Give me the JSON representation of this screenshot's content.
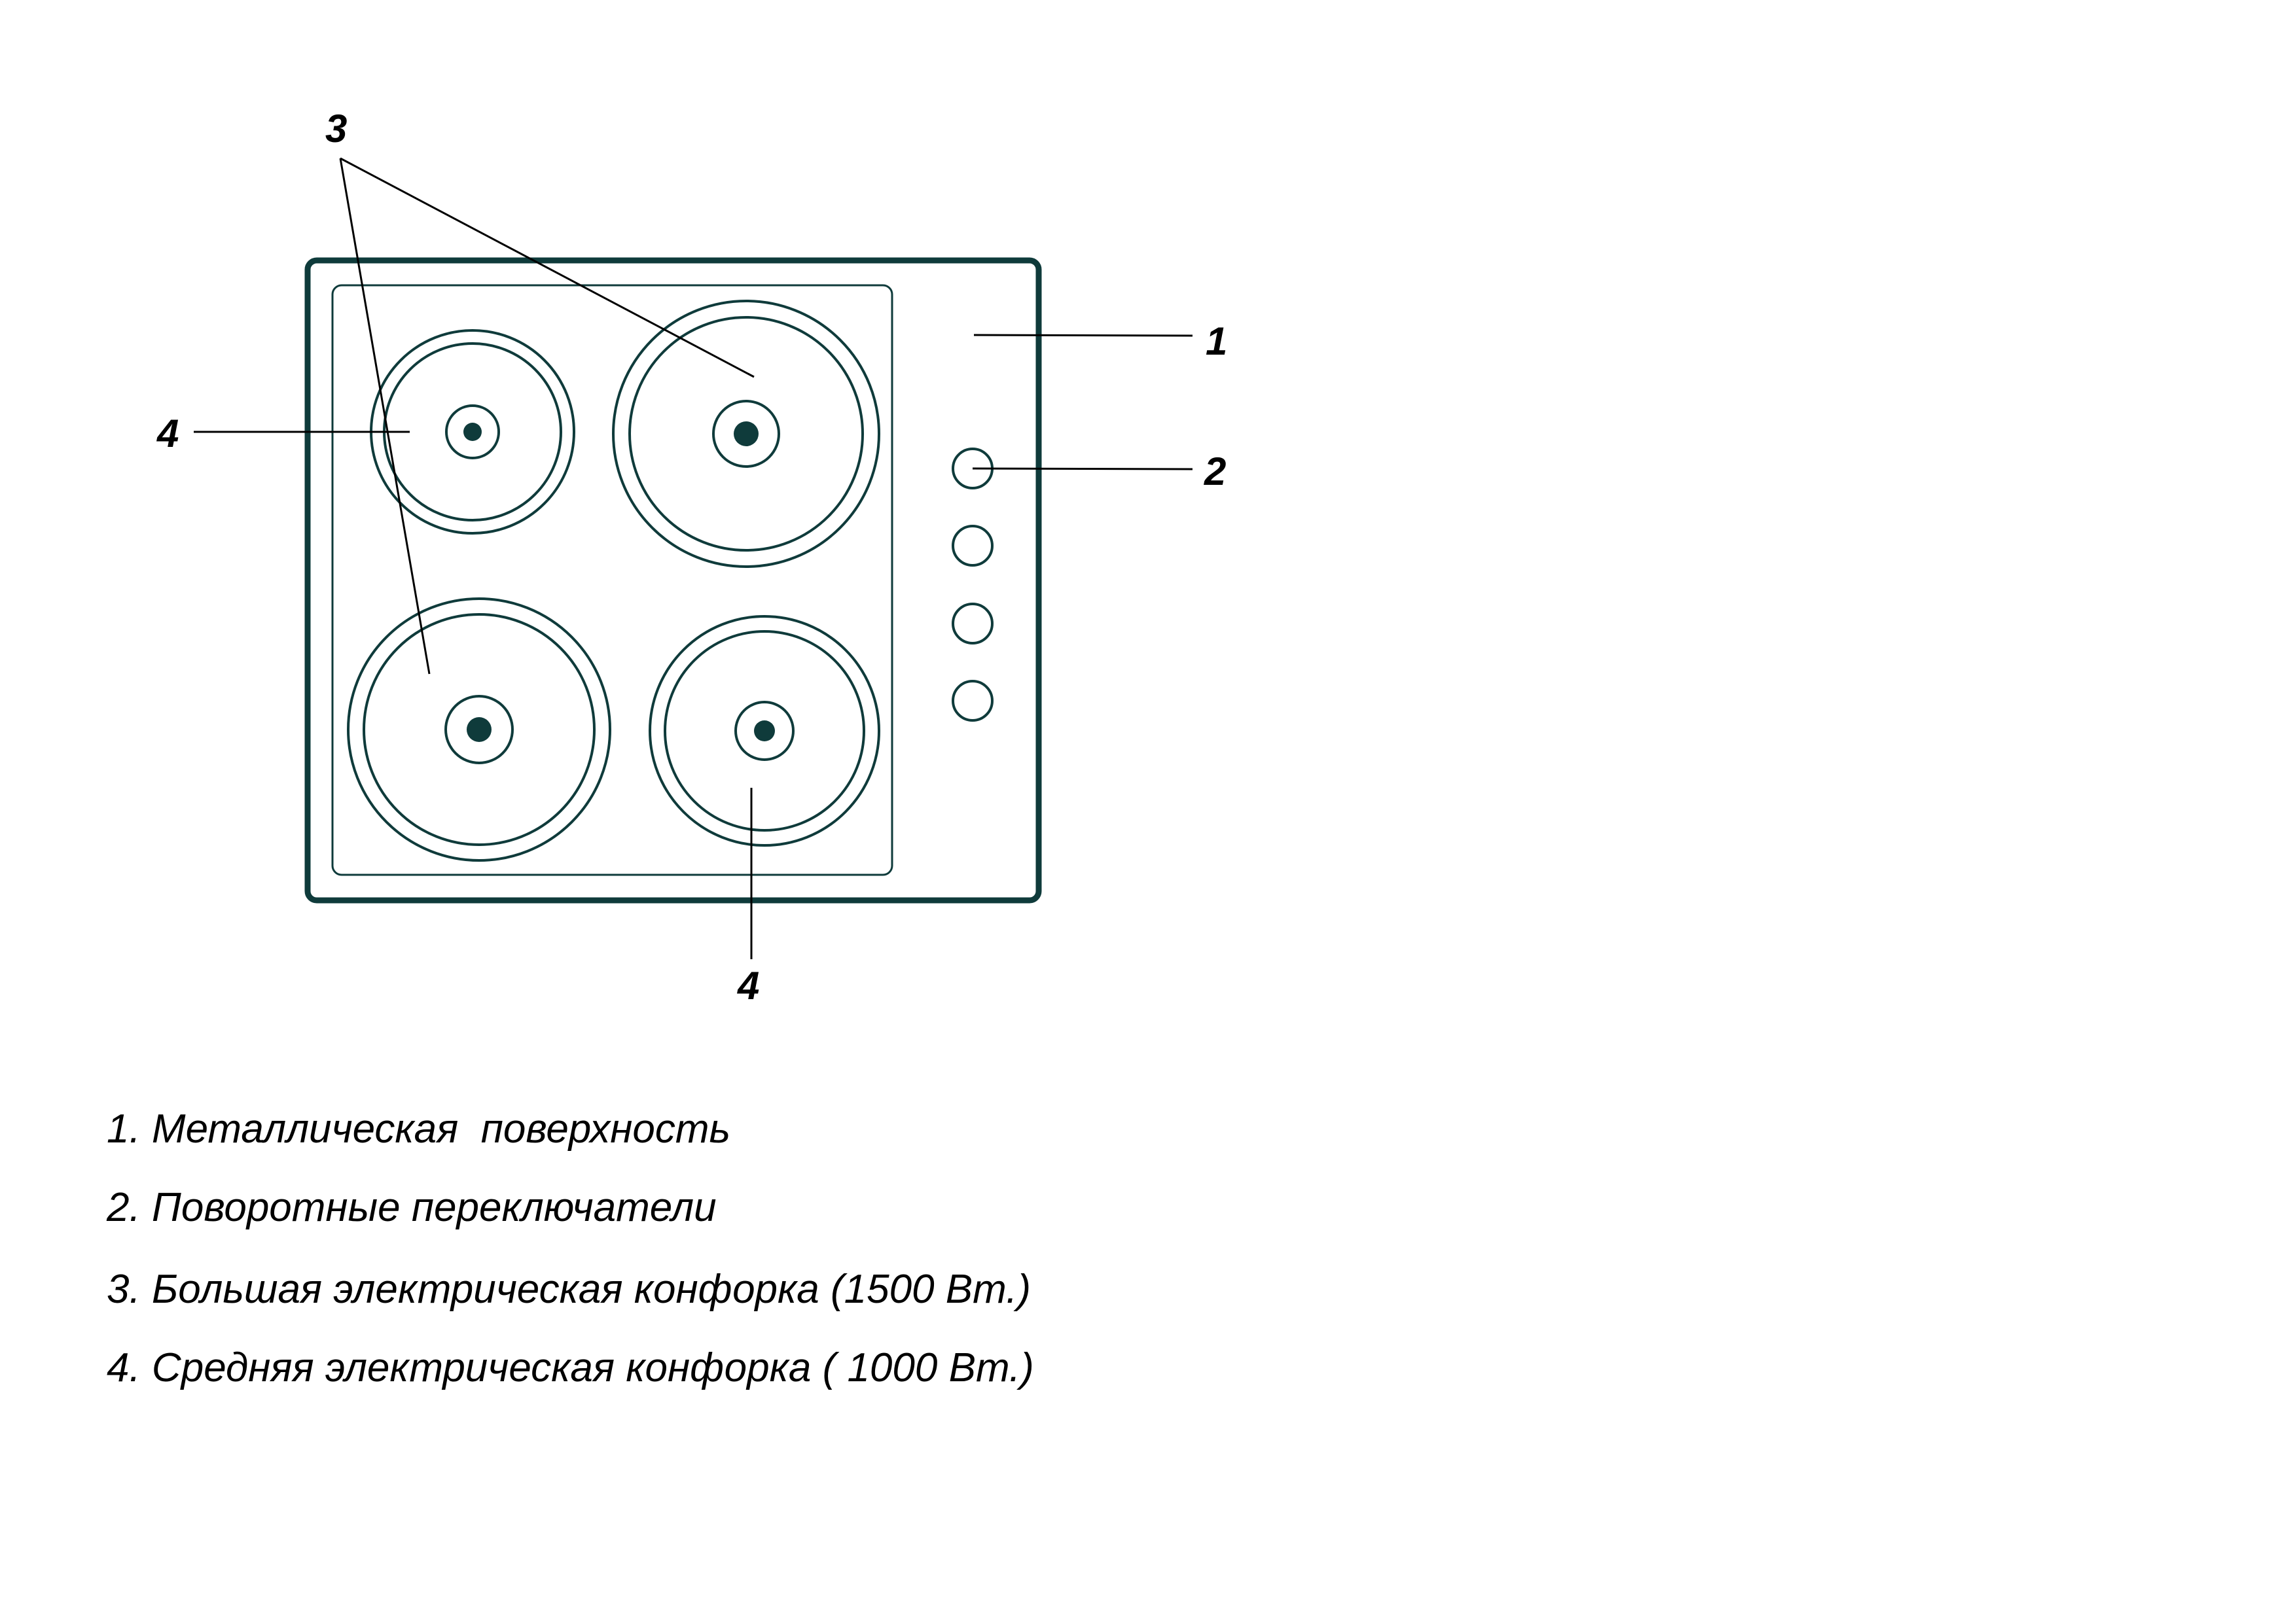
{
  "callouts": {
    "surface": "1",
    "knobs": "2",
    "large_burner": "3",
    "medium_burner_left": "4",
    "medium_burner_bottom": "4"
  },
  "legend": [
    "1. Металлическая  поверхность",
    "2. Поворотные переключатели",
    "3. Большая электрическая конфорка (1500 Вт.)",
    "4. Средняя электрическая конфорка ( 1000 Вт.)"
  ],
  "colors": {
    "outline": "#0f3b3b",
    "leader": "#000000",
    "text": "#000000",
    "background": "#ffffff"
  }
}
